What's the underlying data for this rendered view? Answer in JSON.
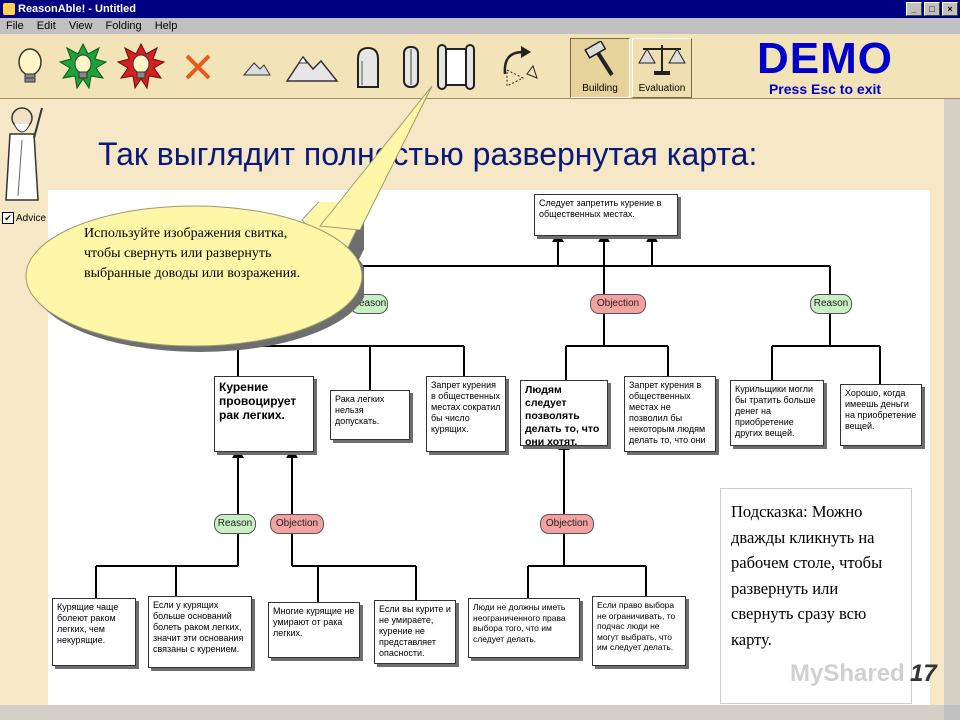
{
  "window": {
    "title": "ReasonAble! - Untitled"
  },
  "menu": [
    "File",
    "Edit",
    "View",
    "Folding",
    "Help"
  ],
  "toolbar": {
    "icons": [
      "bulb-icon",
      "green-burst-bulb-icon",
      "red-burst-bulb-icon",
      "delete-x-icon",
      "small-mountain-icon",
      "mountains-icon",
      "tombstone-icon",
      "closed-scroll-icon",
      "open-scroll-icon",
      "rotate-arrow-icon"
    ],
    "modes": {
      "building": "Building",
      "evaluation": "Evaluation"
    }
  },
  "demo": {
    "title": "DEMO",
    "subtitle": "Press Esc to exit"
  },
  "slide_title": "Так выглядит полностью развернутая карта:",
  "advice_label": "Advice",
  "balloon_text": "Используйте изображения свитка, чтобы свернуть или развернуть выбранные доводы или возражения.",
  "hint_text": "Подсказка: Можно дважды кликнуть на рабочем столе, чтобы развернуть или свернуть сразу всю карту.",
  "slide_number": "17",
  "watermark": "MyShared",
  "map": {
    "root": "Следует запретить курение в общественных местах.",
    "pills": {
      "reason": "Reason",
      "objection": "Objection"
    },
    "nodes": {
      "n_cancer": "Курение провоцирует рак легких.",
      "n_lung": "Рака легких нельзя допускать.",
      "n_ban_reduce": "Запрет курения в общественных местах сократил бы число курящих.",
      "n_people_do": "Людям следует позволять делать то, что они хотят.",
      "n_ban_not_allow": "Запрет курения в общественных местах не позволил бы некоторым людям делать то, что они",
      "n_smokers_spend": "Курильщики могли бы тратить больше денег на приобретение других вещей.",
      "n_good_spend": "Хорошо, когда имеешь деньги на приобретение вещей.",
      "n_smokers_more": "Курящие чаще болеют раком легких, чем некурящие.",
      "n_if_more": "Если у курящих больше оснований болеть раком легких, значит эти основания связаны с курением.",
      "n_many_not_die": "Многие курящие не умирают от рака легких.",
      "n_if_smoke_not_die": "Если вы курите и не умираете, курение не представляет опасности.",
      "n_no_right": "Люди не должны иметь неограниченного права выбора того, что им следует делать.",
      "n_if_right": "Если право выбора не ограничивать, то подчас люди не могут выбрать, что им следует делать."
    }
  }
}
